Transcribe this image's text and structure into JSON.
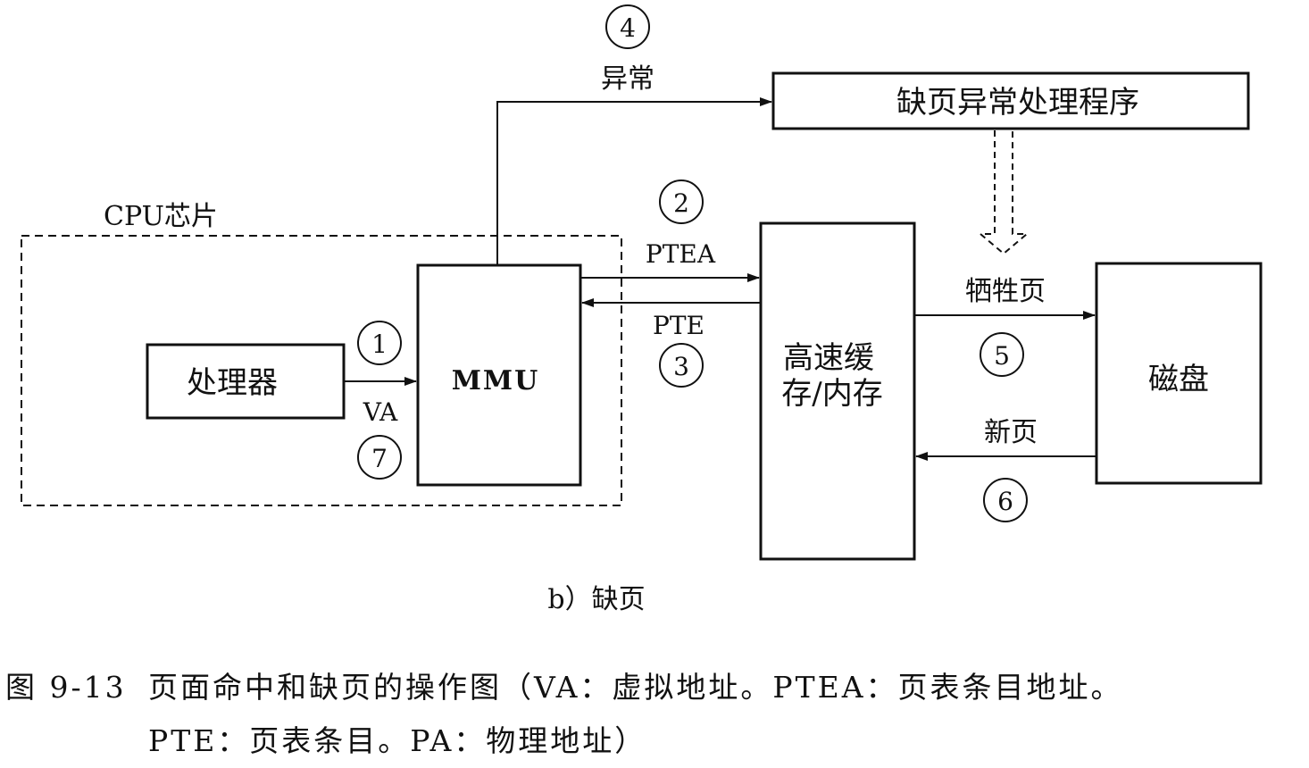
{
  "diagram": {
    "cpu_chip_label": "CPU芯片",
    "processor_label": "处理器",
    "mmu_label": "MMU",
    "cache_label_line1": "高速缓",
    "cache_label_line2": "存/内存",
    "disk_label": "磁盘",
    "handler_label": "缺页异常处理程序",
    "edges": {
      "va": "VA",
      "ptea": "PTEA",
      "pte": "PTE",
      "exception": "异常",
      "victim_page": "牺牲页",
      "new_page": "新页"
    },
    "steps": [
      "1",
      "2",
      "3",
      "4",
      "5",
      "6",
      "7"
    ],
    "subcaption": "b）缺页"
  },
  "caption": {
    "number": "图 9-13",
    "line1": "页面命中和缺页的操作图（VA：虚拟地址。PTEA：页表条目地址。",
    "line2": "PTE：页表条目。PA：物理地址）"
  }
}
